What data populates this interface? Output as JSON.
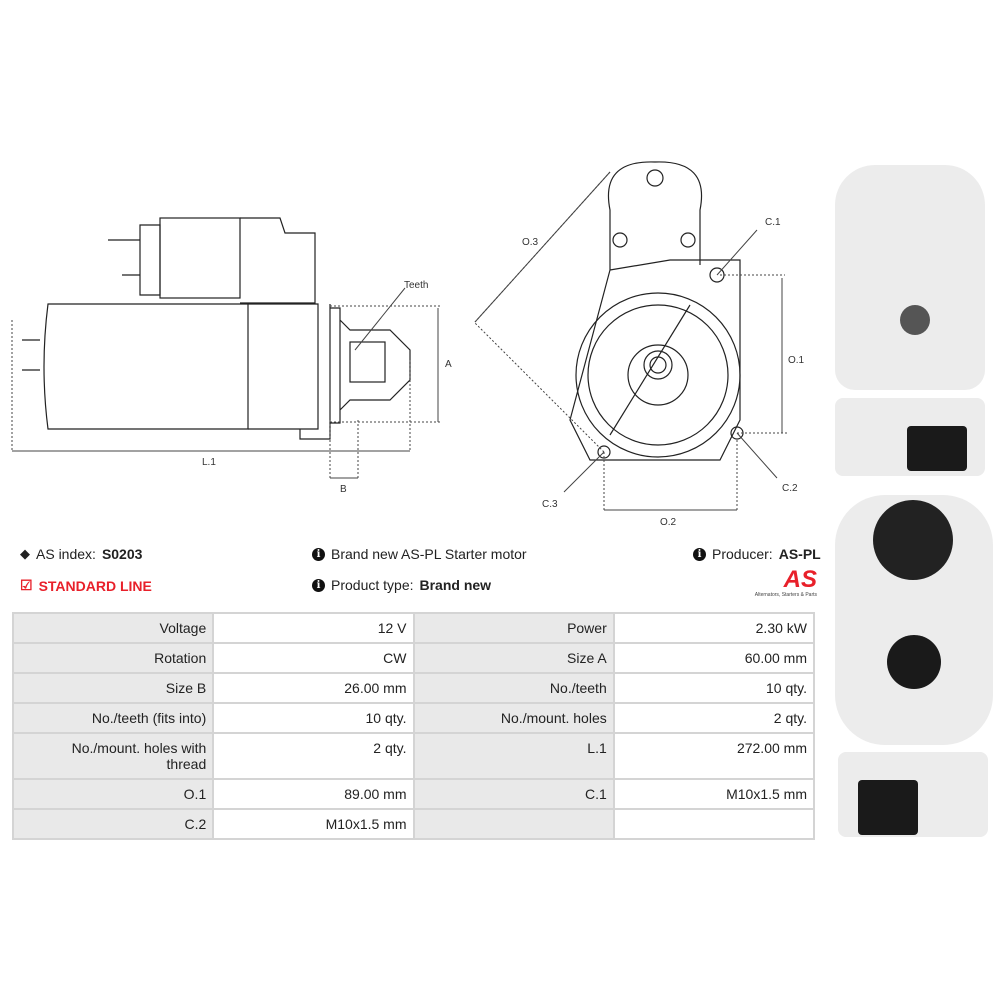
{
  "drawing_labels": {
    "teeth": "Teeth",
    "a": "A",
    "l1": "L.1",
    "b": "B",
    "o3": "O.3",
    "c1": "C.1",
    "o1": "O.1",
    "c2": "C.2",
    "o2": "O.2",
    "c3": "C.3"
  },
  "info": {
    "as_index_label": "AS index:",
    "as_index_value": "S0203",
    "line": "STANDARD LINE",
    "description": "Brand new AS-PL Starter motor",
    "product_type_label": "Product type:",
    "product_type_value": "Brand new",
    "producer_label": "Producer:",
    "producer_value": "AS-PL",
    "logo_text": "AS",
    "logo_tagline": "Alternators, Starters & Parts"
  },
  "colors": {
    "accent": "#e8202a"
  },
  "specs": [
    [
      "Voltage",
      "12 V",
      "Power",
      "2.30 kW"
    ],
    [
      "Rotation",
      "CW",
      "Size A",
      "60.00 mm"
    ],
    [
      "Size B",
      "26.00 mm",
      "No./teeth",
      "10 qty."
    ],
    [
      "No./teeth (fits into)",
      "10 qty.",
      "No./mount. holes",
      "2 qty."
    ],
    [
      "No./mount. holes with thread",
      "2 qty.",
      "L.1",
      "272.00 mm"
    ],
    [
      "O.1",
      "89.00 mm",
      "C.1",
      "M10x1.5 mm"
    ],
    [
      "C.2",
      "M10x1.5 mm",
      "",
      ""
    ]
  ]
}
